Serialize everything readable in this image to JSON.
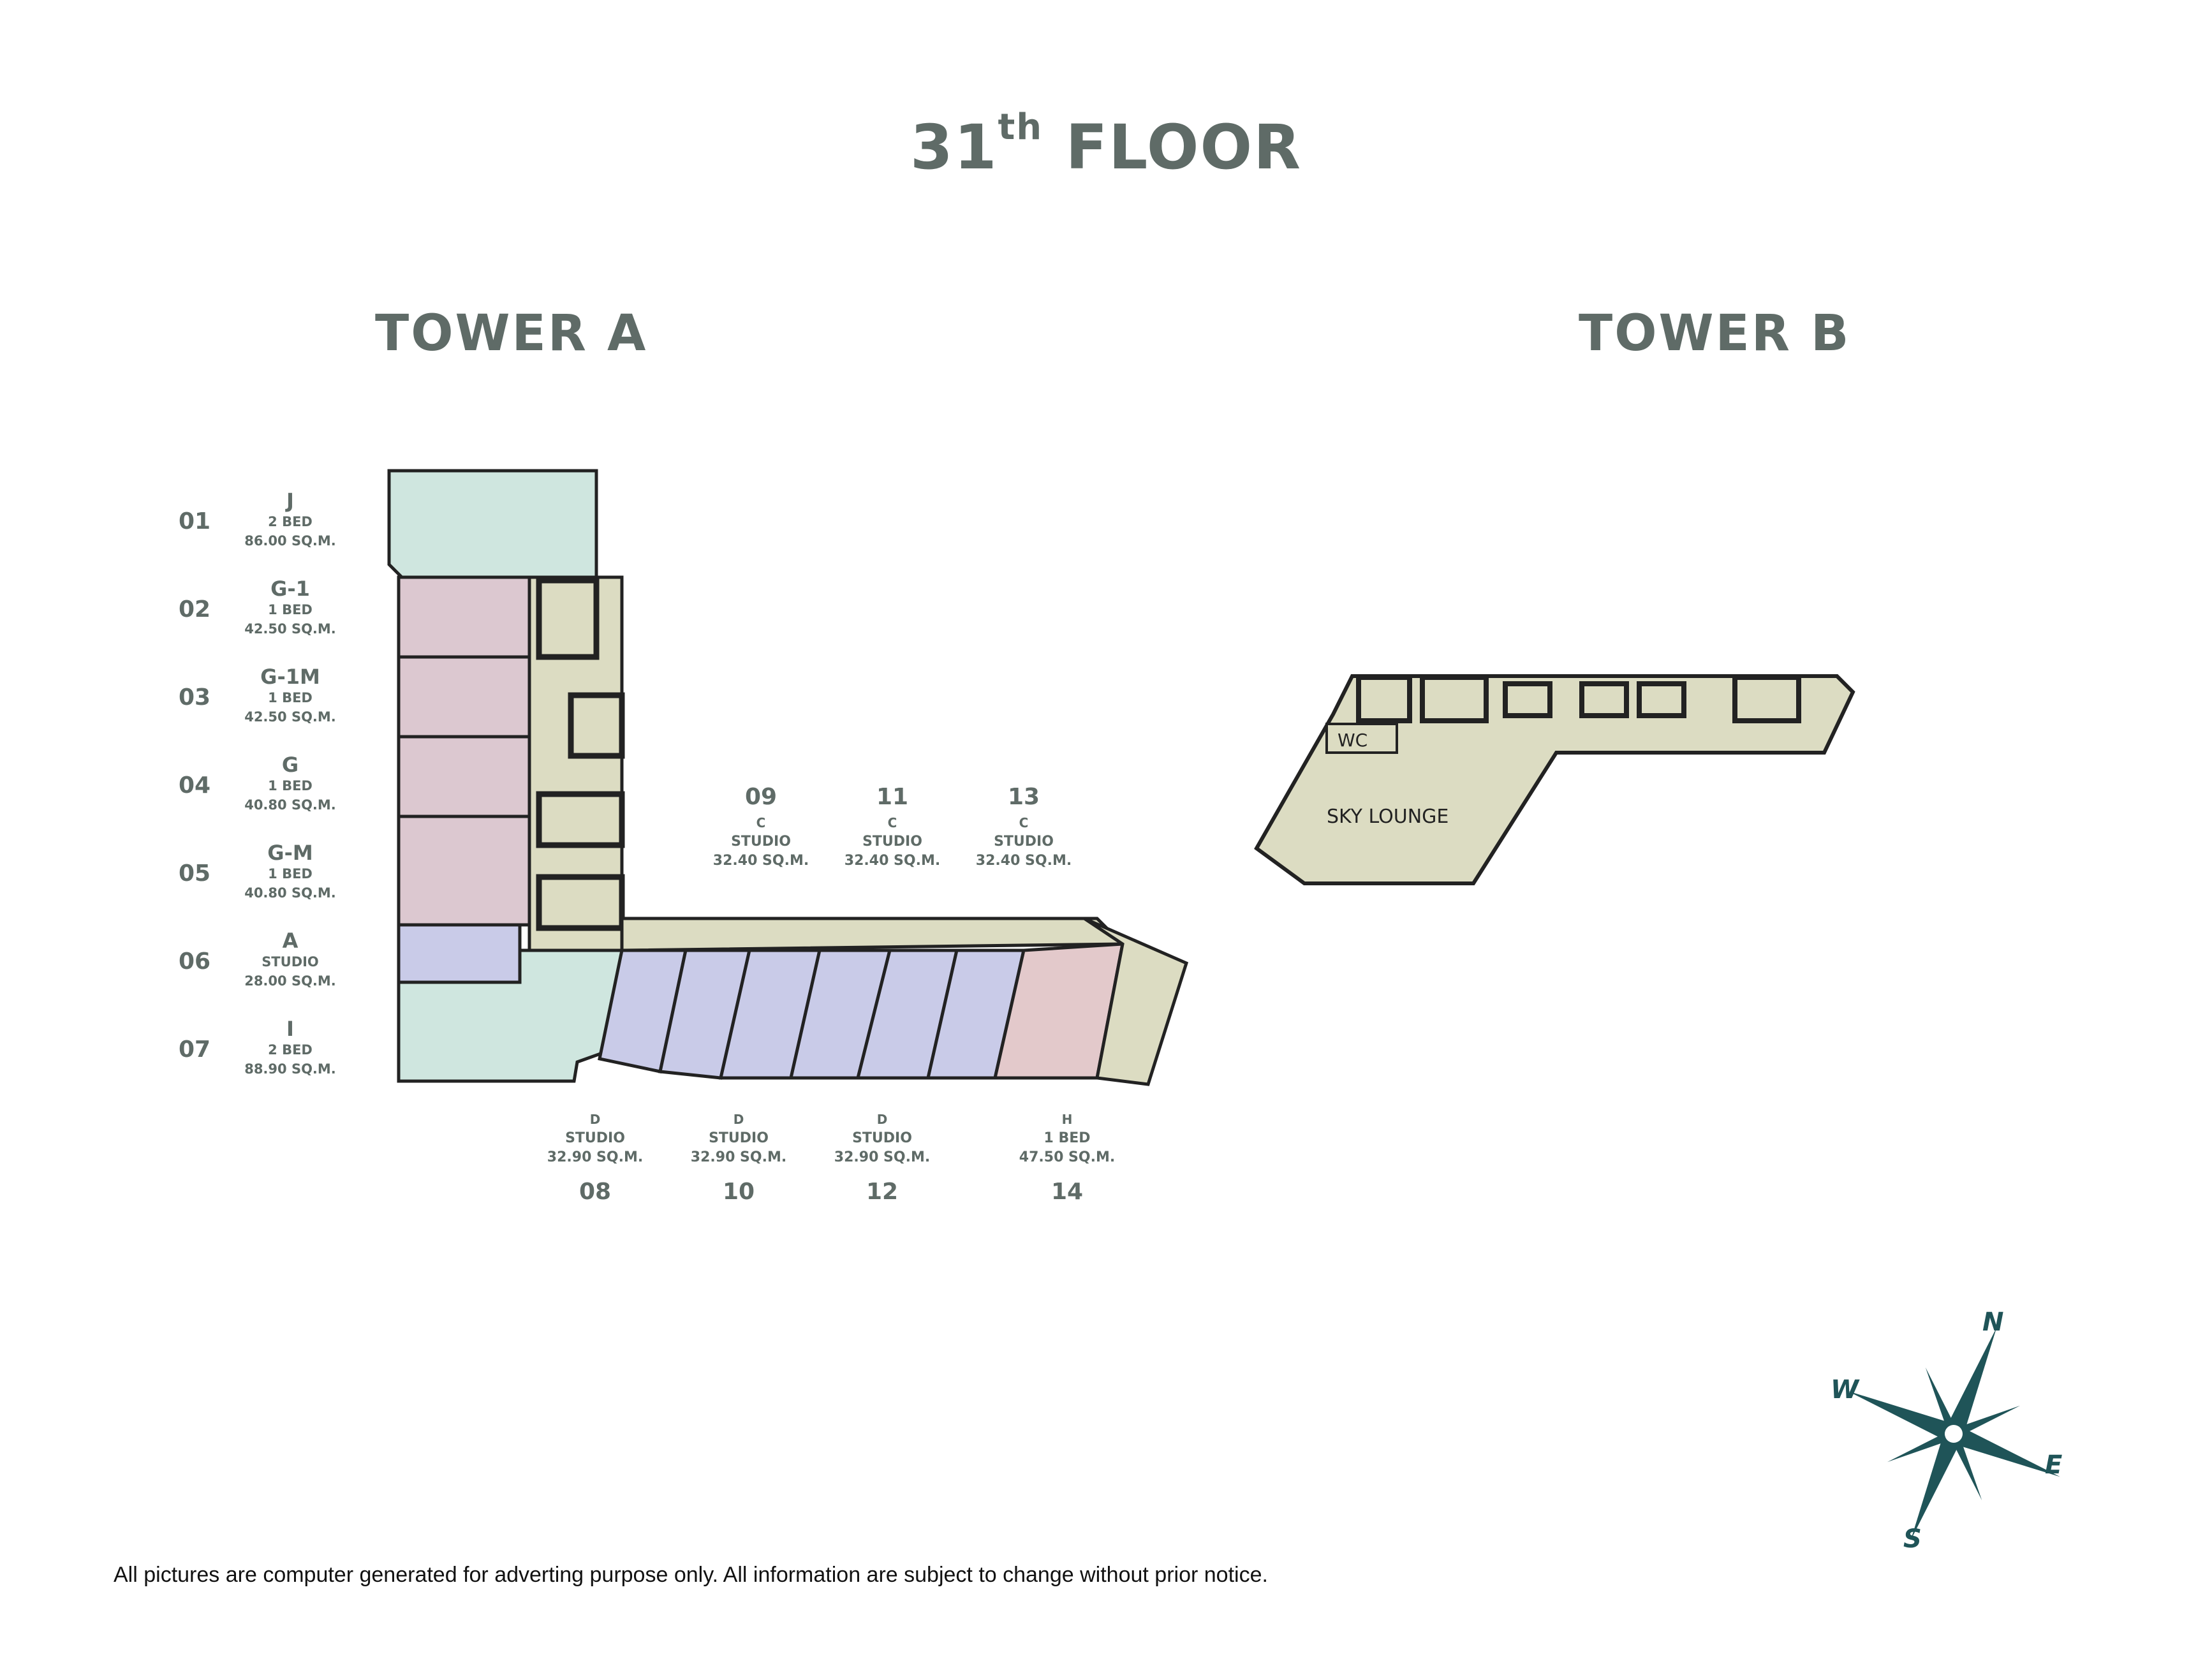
{
  "floor": {
    "number": "31",
    "suffix": "th",
    "label": "FLOOR"
  },
  "tower_a": {
    "title": "TOWER A",
    "left_units": [
      {
        "num": "01",
        "type": "J",
        "beds": "2 BED",
        "area": "86.00 SQ.M."
      },
      {
        "num": "02",
        "type": "G-1",
        "beds": "1 BED",
        "area": "42.50 SQ.M."
      },
      {
        "num": "03",
        "type": "G-1M",
        "beds": "1 BED",
        "area": "42.50 SQ.M."
      },
      {
        "num": "04",
        "type": "G",
        "beds": "1 BED",
        "area": "40.80 SQ.M."
      },
      {
        "num": "05",
        "type": "G-M",
        "beds": "1 BED",
        "area": "40.80 SQ.M."
      },
      {
        "num": "06",
        "type": "A",
        "beds": "STUDIO",
        "area": "28.00 SQ.M."
      },
      {
        "num": "07",
        "type": "I",
        "beds": "2 BED",
        "area": "88.90 SQ.M."
      }
    ],
    "top_units": [
      {
        "num": "09",
        "type": "C",
        "beds": "STUDIO",
        "area": "32.40 SQ.M."
      },
      {
        "num": "11",
        "type": "C",
        "beds": "STUDIO",
        "area": "32.40 SQ.M."
      },
      {
        "num": "13",
        "type": "C",
        "beds": "STUDIO",
        "area": "32.40 SQ.M."
      }
    ],
    "bottom_units": [
      {
        "num": "08",
        "type": "D",
        "beds": "STUDIO",
        "area": "32.90 SQ.M."
      },
      {
        "num": "10",
        "type": "D",
        "beds": "STUDIO",
        "area": "32.90 SQ.M."
      },
      {
        "num": "12",
        "type": "D",
        "beds": "STUDIO",
        "area": "32.90 SQ.M."
      },
      {
        "num": "14",
        "type": "H",
        "beds": "1 BED",
        "area": "47.50 SQ.M."
      }
    ]
  },
  "tower_b": {
    "title": "TOWER B",
    "rooms": {
      "wc": "WC",
      "lounge": "SKY LOUNGE"
    }
  },
  "compass": {
    "n": "N",
    "e": "E",
    "s": "S",
    "w": "W",
    "color": "#1f5458"
  },
  "colors": {
    "title": "#5f6b67",
    "two_bed": "#cfe6df",
    "one_bed_g": "#dcc8d0",
    "studio": "#c9cbe8",
    "one_bed_h": "#e3c9cb",
    "corridor": "#dcdcc2",
    "wall": "#222222"
  },
  "disclaimer": "All pictures are computer generated for adverting purpose only. All information are subject to change without prior notice."
}
